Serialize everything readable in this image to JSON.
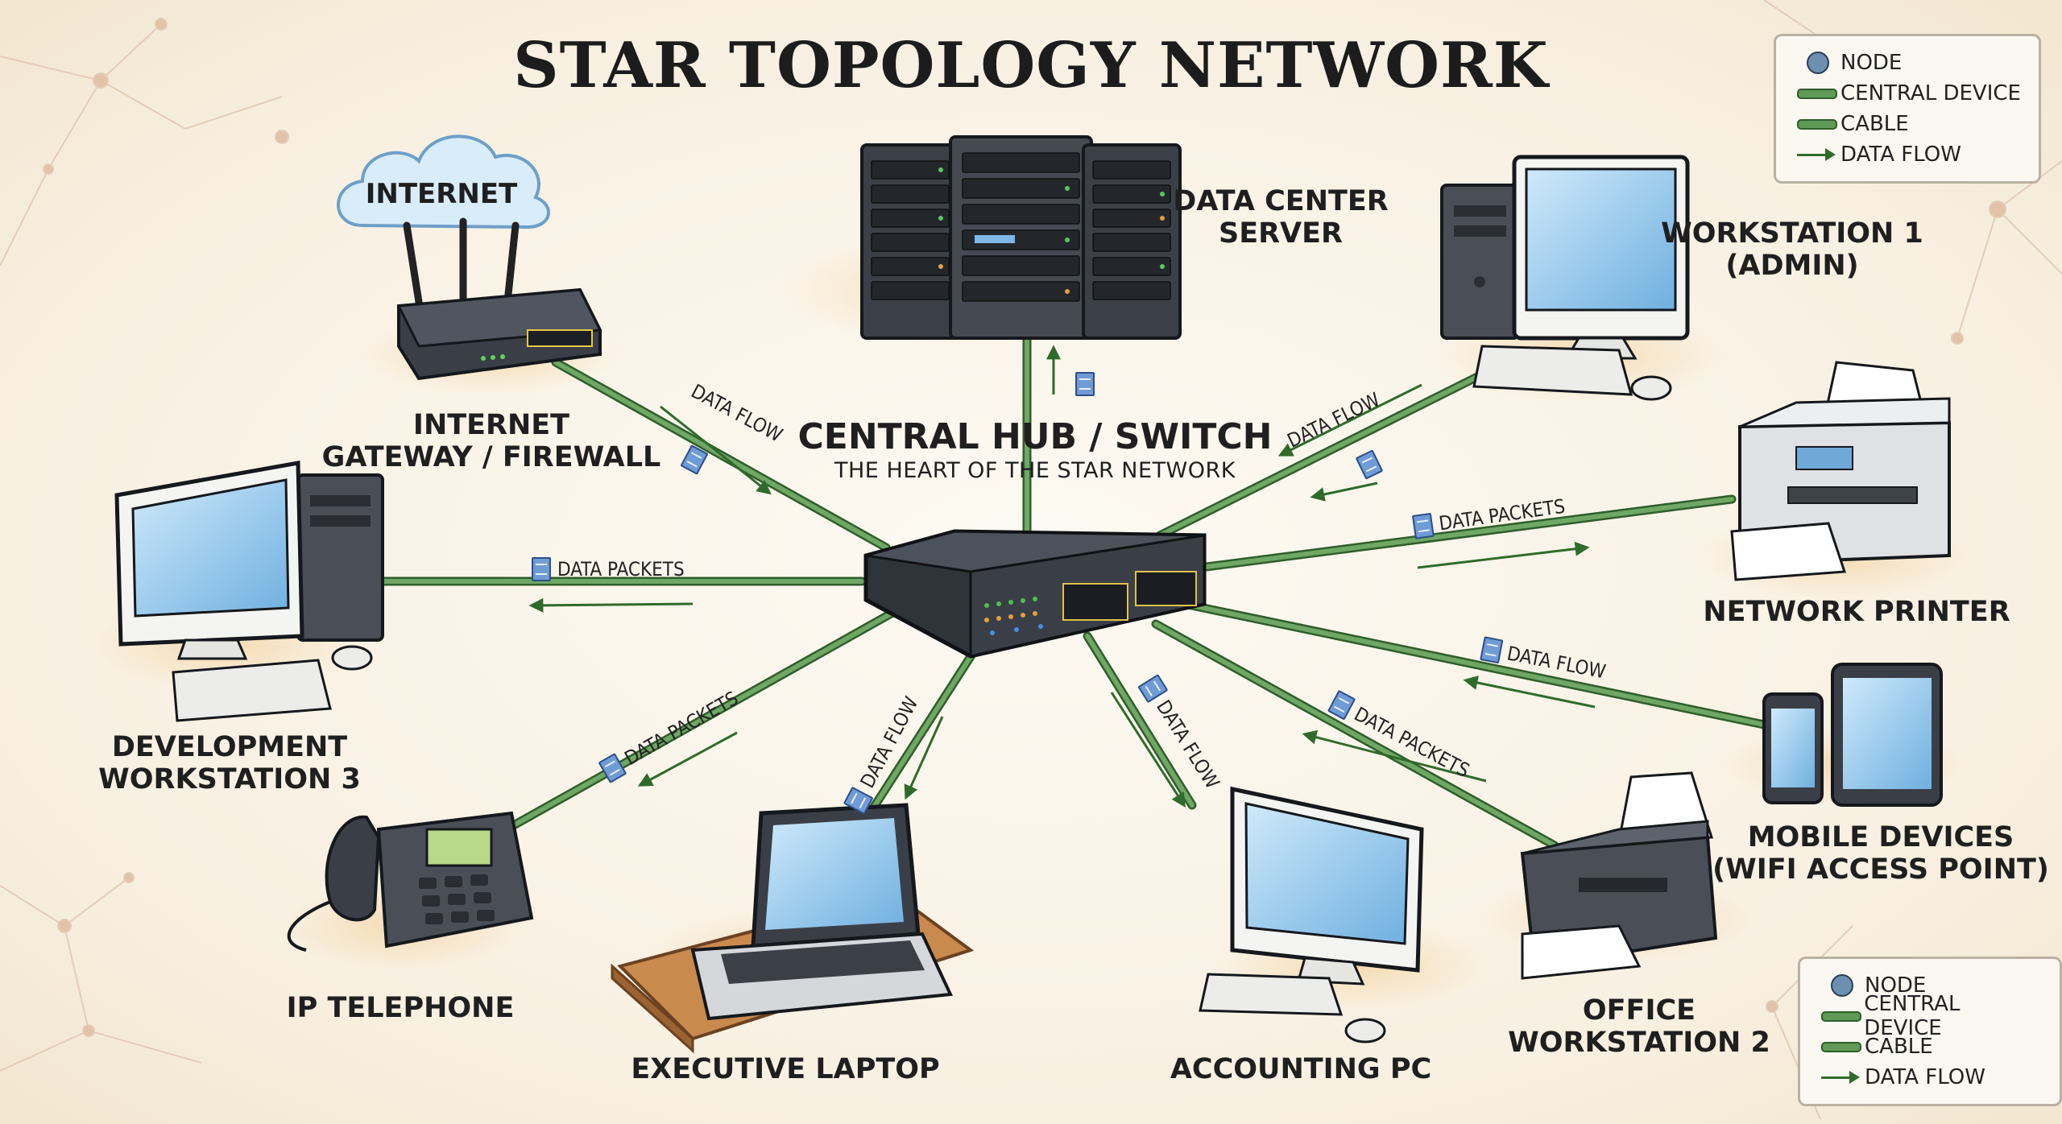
{
  "title": "STAR TOPOLOGY NETWORK",
  "hub": {
    "title": "CENTRAL HUB / SWITCH",
    "subtitle": "THE HEART OF THE STAR NETWORK"
  },
  "cloud_label": "INTERNET",
  "nodes": {
    "server": [
      "DATA CENTER",
      "SERVER"
    ],
    "gateway": [
      "INTERNET",
      "GATEWAY / FIREWALL"
    ],
    "workstation1": [
      "WORKSTATION 1",
      "(ADMIN)"
    ],
    "printer": [
      "NETWORK PRINTER"
    ],
    "devstation": [
      "DEVELOPMENT",
      "WORKSTATION 3"
    ],
    "mobile": [
      "MOBILE DEVICES",
      "(WIFI ACCESS POINT)"
    ],
    "telephone": [
      "IP TELEPHONE"
    ],
    "laptop": [
      "EXECUTIVE LAPTOP"
    ],
    "accounting": [
      "ACCOUNTING PC"
    ],
    "office": [
      "OFFICE",
      "WORKSTATION 2"
    ]
  },
  "flow_labels": {
    "data_flow": "DATA FLOW",
    "data_packets": "DATA PACKETS"
  },
  "legend": {
    "node": "NODE",
    "central_device": "CENTRAL DEVICE",
    "cable": "CABLE",
    "data_flow": "DATA FLOW"
  },
  "colors": {
    "cable": "#5f9a56",
    "cable_edge": "#2f5e2b",
    "arrow": "#2f6b2b",
    "screen": "#8ec5ea",
    "device": "#3a3f47"
  }
}
